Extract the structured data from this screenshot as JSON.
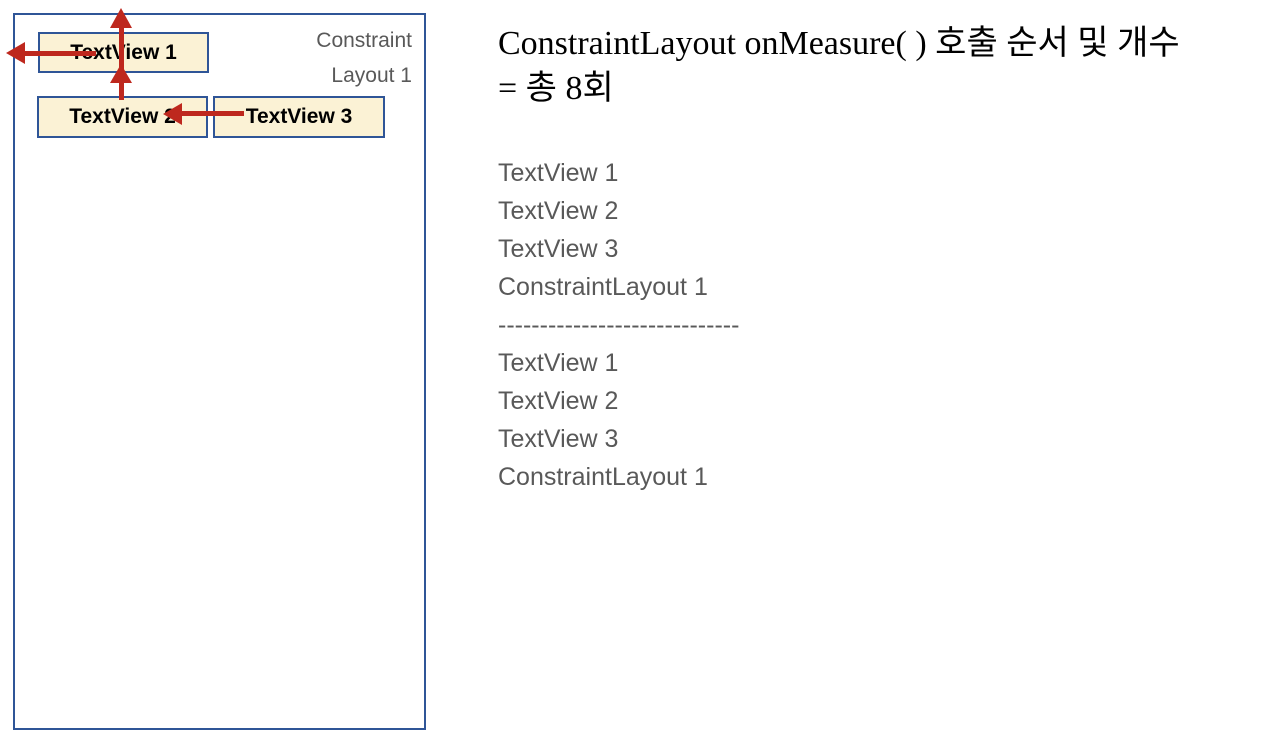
{
  "slide": {
    "title": "ConstraintLayout onMeasure( ) 호출 순서 및 개수\n= 총 8회"
  },
  "diagram": {
    "frame_label": "Constraint\nLayout 1",
    "boxes": [
      {
        "label": "TextView 1"
      },
      {
        "label": "TextView 2"
      },
      {
        "label": "TextView 3"
      }
    ],
    "arrows": [
      {
        "name": "textview1-top-to-parent-top",
        "direction": "up"
      },
      {
        "name": "textview1-start-to-parent-start",
        "direction": "left"
      },
      {
        "name": "textview2-top-to-textview1-bottom",
        "direction": "up"
      },
      {
        "name": "textview3-start-to-textview2-end",
        "direction": "left"
      }
    ]
  },
  "call_list": {
    "items": [
      "TextView 1",
      "TextView 2",
      "TextView 3",
      "ConstraintLayout 1",
      "-----------------------------",
      "TextView 1",
      "TextView 2",
      "TextView 3",
      "ConstraintLayout 1"
    ]
  },
  "colors": {
    "box_fill": "#FBF2D5",
    "frame_border": "#2F5597",
    "arrow_red": "#BE281E",
    "muted_gray": "#595959",
    "title_black": "#000000"
  }
}
